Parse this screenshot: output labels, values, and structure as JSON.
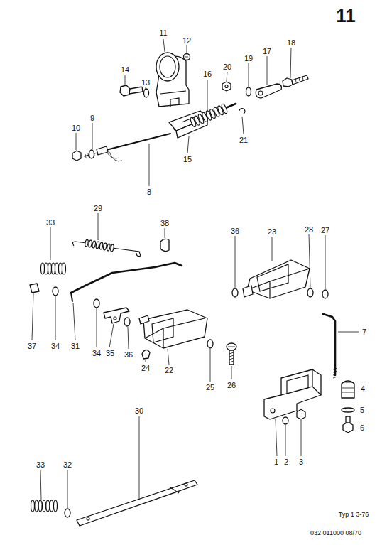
{
  "diagram": {
    "labels": [
      "11",
      "11",
      "12",
      "14",
      "13",
      "16",
      "20",
      "19",
      "17",
      "18",
      "10",
      "9",
      "8",
      "15",
      "21",
      "29",
      "38",
      "33",
      "36",
      "23",
      "28",
      "27",
      "37",
      "34",
      "31",
      "34",
      "35",
      "36",
      "7",
      "24",
      "22",
      "25",
      "26",
      "4",
      "5",
      "6",
      "1",
      "2",
      "3",
      "30",
      "33",
      "32",
      "Typ 1 3-76",
      "032 011000 08/70"
    ]
  }
}
